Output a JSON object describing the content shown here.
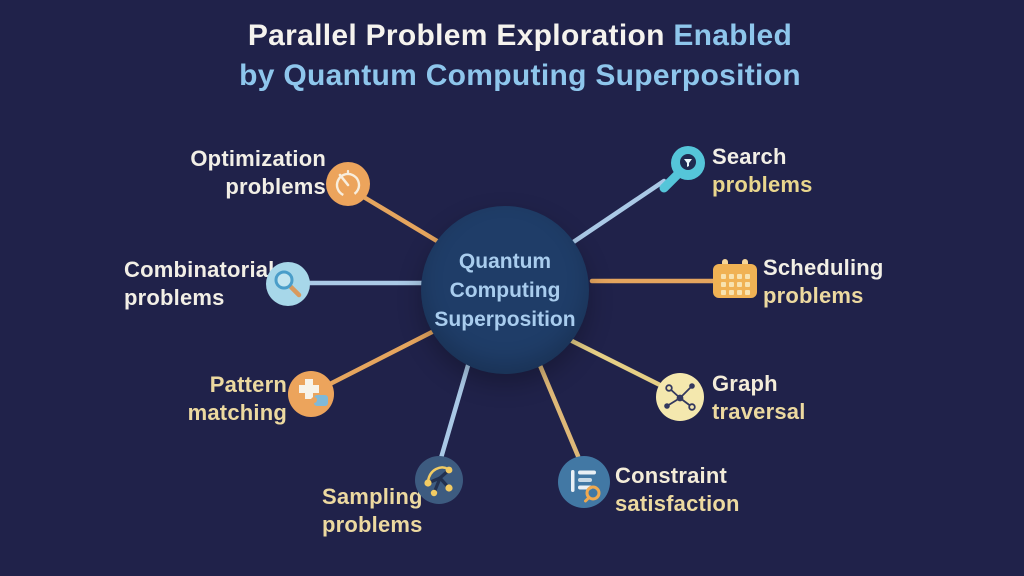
{
  "title": {
    "line1_bold": "Parallel Problem Exploration",
    "line1_accent": "Enabled",
    "line2": "by Quantum Computing Superposition"
  },
  "center": {
    "lines": [
      "Quantum",
      "Computing",
      "Superposition"
    ]
  },
  "nodes": [
    {
      "id": "optimization-problems",
      "line1": "Optimization",
      "line2": "problems",
      "icon": "gauge-icon"
    },
    {
      "id": "search-problems",
      "line1": "Search",
      "line2": "problems",
      "icon": "magnifier-icon"
    },
    {
      "id": "combinatorial-problems",
      "line1": "Combinatorial",
      "line2": "problems",
      "icon": "magnifier-circle-icon"
    },
    {
      "id": "scheduling-problems",
      "line1": "Scheduling",
      "line2": "problems",
      "icon": "calendar-icon"
    },
    {
      "id": "pattern-matching",
      "line1": "Pattern",
      "line2": "matching",
      "icon": "puzzle-icon"
    },
    {
      "id": "graph-traversal",
      "line1": "Graph",
      "line2": "traversal",
      "icon": "network-icon"
    },
    {
      "id": "sampling-problems",
      "line1": "Sampling",
      "line2": "problems",
      "icon": "molecule-icon"
    },
    {
      "id": "constraint-satisfaction",
      "line1": "Constraint",
      "line2": "satisfaction",
      "icon": "checklist-search-icon"
    }
  ],
  "colors": {
    "background": "#20224A",
    "title_white": "#F5F3EE",
    "title_accent": "#8EC6EC",
    "center_fill": "#1F3D68",
    "center_text": "#A9CDEE",
    "orange": "#E5A55E",
    "light_blue": "#AAC9E6",
    "yellow_line": "#E6CF86",
    "tan_line": "#DEB878",
    "label_white": "#F2EFE6",
    "label_cream": "#ECD9A0",
    "label_yellow": "#E9D68D",
    "cyan_icon": "#55C5D9",
    "pale_yellow_icon": "#F4E8AE",
    "steel_blue_icon": "#4278A4",
    "slate_blue_icon": "#3D5B80"
  }
}
